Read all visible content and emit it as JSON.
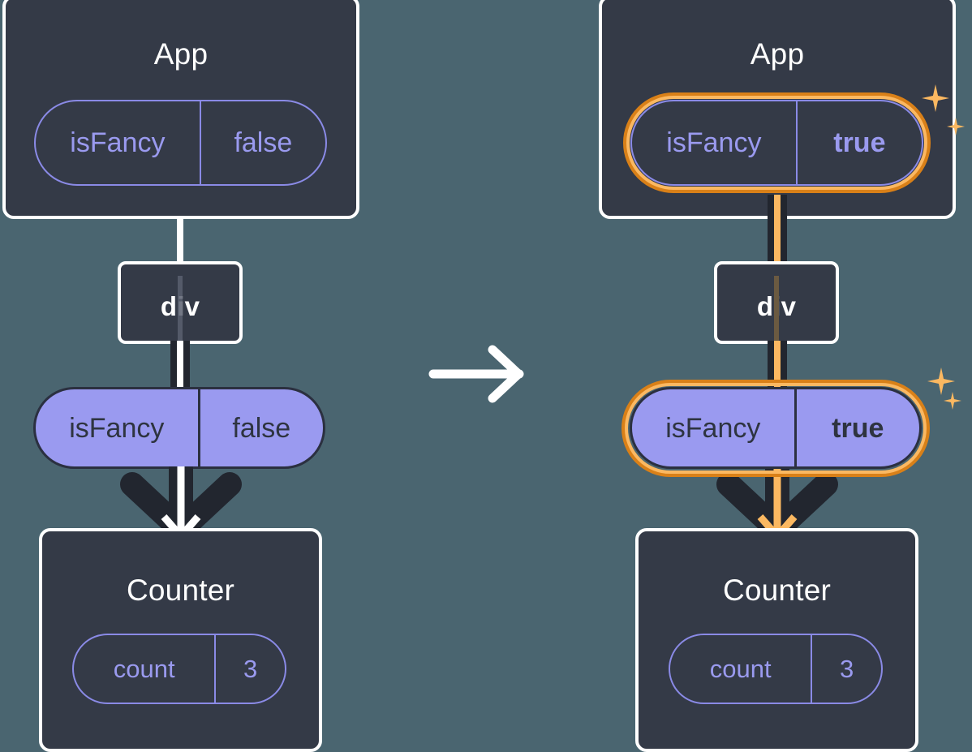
{
  "diagram": {
    "title": "React state update propagation: isFancy false to true",
    "colors": {
      "background": "#4a6570",
      "box_fill": "#343a47",
      "box_border": "#ffffff",
      "pill_purple": "#9a9af0",
      "pill_outline": "#8a8ae6",
      "highlight_outer": "#d98018",
      "highlight_inner": "#fbb861",
      "connector_dark": "#22262f",
      "text_light": "#ffffff",
      "text_dark": "#2e3440"
    },
    "transition": {
      "icon": "arrow-right-icon"
    },
    "before": {
      "app": {
        "title": "App",
        "state": {
          "key": "isFancy",
          "value": "false",
          "highlighted": false,
          "bold_value": false
        }
      },
      "div": {
        "title": "div"
      },
      "props": {
        "key": "isFancy",
        "value": "false",
        "highlighted": false,
        "bold_value": false
      },
      "counter": {
        "title": "Counter",
        "state": {
          "key": "count",
          "value": "3",
          "highlighted": false,
          "bold_value": false
        }
      }
    },
    "after": {
      "app": {
        "title": "App",
        "state": {
          "key": "isFancy",
          "value": "true",
          "highlighted": true,
          "bold_value": true
        }
      },
      "div": {
        "title": "div"
      },
      "props": {
        "key": "isFancy",
        "value": "true",
        "highlighted": true,
        "bold_value": true
      },
      "counter": {
        "title": "Counter",
        "state": {
          "key": "count",
          "value": "3",
          "highlighted": false,
          "bold_value": false
        }
      }
    }
  }
}
